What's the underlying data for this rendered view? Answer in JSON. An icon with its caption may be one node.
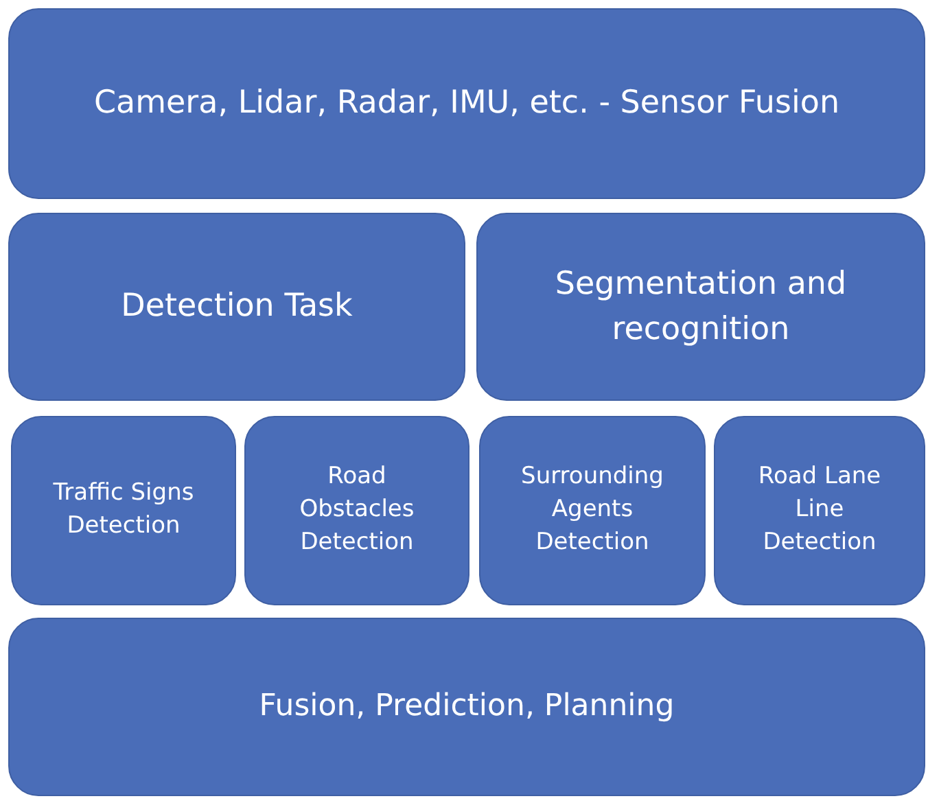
{
  "diagram": {
    "nodes": [
      {
        "text": [
          "Camera, Lidar, Radar, IMU, etc. - Sensor Fusion"
        ]
      },
      {
        "text": [
          "Detection Task"
        ]
      },
      {
        "text": [
          "Segmentation and recognition"
        ]
      },
      {
        "text": [
          "Traffic Signs Detection"
        ]
      },
      {
        "text": [
          "Road Obstacles Detection"
        ]
      },
      {
        "text": [
          "Surrounding Agents Detection"
        ]
      },
      {
        "text": [
          "Road Lane Line Detection"
        ]
      },
      {
        "text": [
          "Fusion, Prediction, Planning"
        ]
      }
    ]
  }
}
